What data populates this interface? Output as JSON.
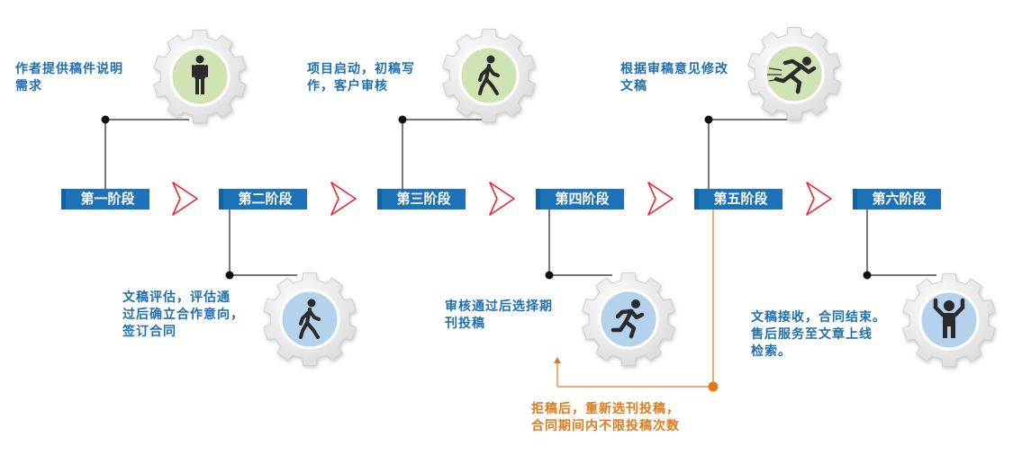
{
  "stages": [
    {
      "label": "第一阶段"
    },
    {
      "label": "第二阶段"
    },
    {
      "label": "第三阶段"
    },
    {
      "label": "第四阶段"
    },
    {
      "label": "第五阶段"
    },
    {
      "label": "第六阶段"
    }
  ],
  "steps": [
    {
      "text_lines": [
        "作者提供稿件说明",
        "需求"
      ],
      "icon": "standing-person-icon",
      "gear_color": "#cfe3b3"
    },
    {
      "text_lines": [
        "文稿评估，评估通",
        "过后确立合作意向，",
        "签订合同"
      ],
      "icon": "walking-person-icon",
      "gear_color": "#b5d2ec"
    },
    {
      "text_lines": [
        "项目启动，初稿写",
        "作，客户审核"
      ],
      "icon": "walking-person-icon",
      "gear_color": "#cfe3b3"
    },
    {
      "text_lines": [
        "审核通过后选择期",
        "刊投稿"
      ],
      "icon": "running-person-icon",
      "gear_color": "#b5d2ec"
    },
    {
      "text_lines": [
        "根据审稿意见修改",
        "文稿"
      ],
      "icon": "sprinting-person-icon",
      "gear_color": "#cfe3b3"
    },
    {
      "text_lines": [
        "文稿接收，合同结束。",
        "售后服务至文章上线",
        "检索。"
      ],
      "icon": "cheering-person-icon",
      "gear_color": "#b5d2ec"
    }
  ],
  "rejection_note": {
    "lines": [
      "拒稿后，重新选刊投稿，",
      "合同期间内不限投稿次数"
    ]
  },
  "colors": {
    "stage_bg": "#1e72b8",
    "text_blue": "#1f6fb5",
    "arrow_red": "#e8262d",
    "loop_orange": "#e07a1c",
    "connector": "#222222"
  }
}
